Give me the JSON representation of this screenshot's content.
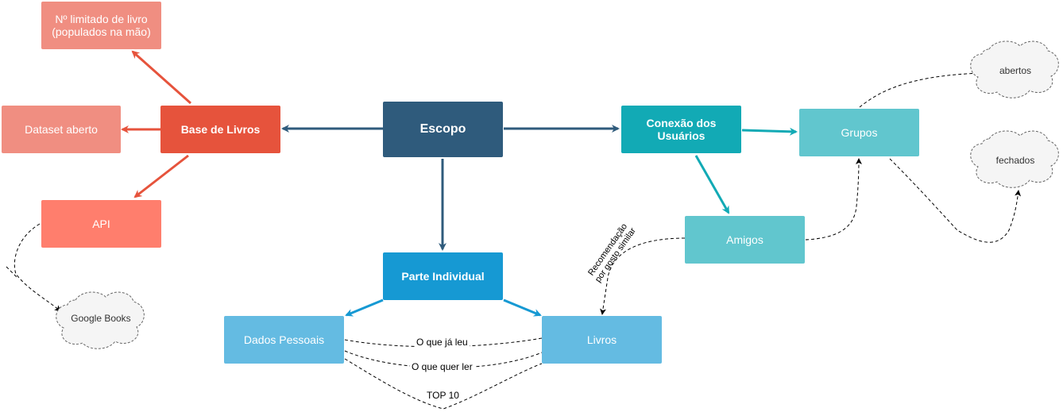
{
  "nodes": {
    "escopo": {
      "label": "Escopo",
      "color": "#2F5B7C"
    },
    "base_livros": {
      "label": "Base de Livros",
      "color": "#E6533C"
    },
    "limitado": {
      "label": "Nº limitado de livro\n(populados na mão)",
      "color": "#F08E81"
    },
    "dataset": {
      "label": "Dataset aberto",
      "color": "#F08E81"
    },
    "api": {
      "label": "API",
      "color": "#FF7E6D"
    },
    "conexao": {
      "label": "Conexão dos\nUsuários",
      "color": "#12AAB5"
    },
    "grupos": {
      "label": "Grupos",
      "color": "#61C6CE"
    },
    "amigos": {
      "label": "Amigos",
      "color": "#61C6CE"
    },
    "parte_individual": {
      "label": "Parte Individual",
      "color": "#1699D3"
    },
    "dados_pessoais": {
      "label": "Dados Pessoais",
      "color": "#64BBE2"
    },
    "livros": {
      "label": "Livros",
      "color": "#64BBE2"
    }
  },
  "clouds": {
    "google_books": {
      "label": "Google Books"
    },
    "abertos": {
      "label": "abertos"
    },
    "fechados": {
      "label": "fechados"
    }
  },
  "edge_labels": {
    "ja_leu": "O que já leu",
    "quer_ler": "O que quer ler",
    "top10": "TOP 10",
    "recomendacao": "Recomendação\npor gosto similar"
  }
}
